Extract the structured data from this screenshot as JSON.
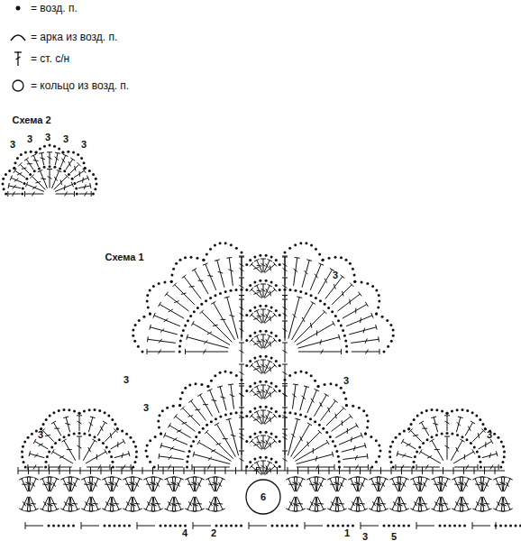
{
  "diagram": {
    "nodes": [
      {
        "text": [
          "6"
        ]
      }
    ],
    "labels": [
      "Схема 2",
      "3",
      "3",
      "3",
      "3",
      "3",
      "Схема 1",
      "3",
      "3",
      "3",
      "3",
      "3",
      "3",
      "4",
      "2",
      "1",
      "3",
      "5"
    ],
    "legend": [
      {
        "text": "= возд. п."
      },
      {
        "text": "= арка из возд. п."
      },
      {
        "text": "= ст. с/н"
      },
      {
        "text": "= кольцо из возд. п."
      }
    ]
  }
}
